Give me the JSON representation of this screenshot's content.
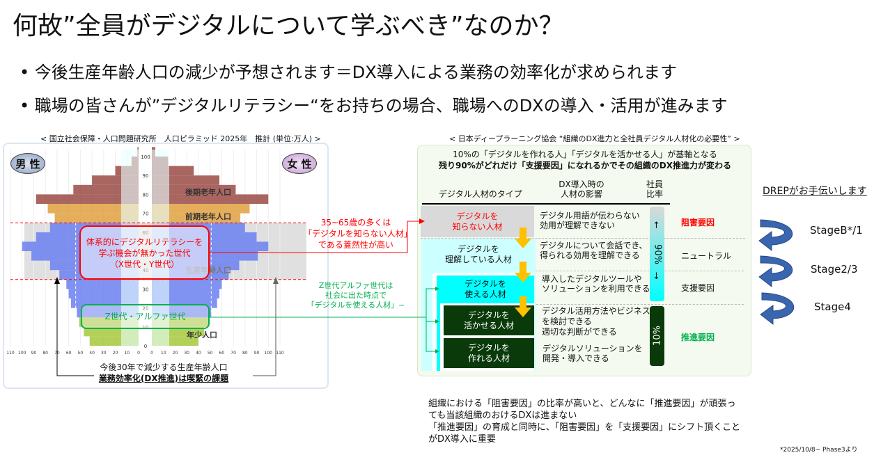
{
  "title": "何故”全員がデジタルについて学ぶべき”なのか？",
  "bullets": [
    "今後生産年齢人口の減少が予想されます＝DX導入による業務の効率化が求められます",
    "職場の皆さんが”デジタルリテラシー“をお持ちの場合、職場へのDXの導入・活用が進みます"
  ],
  "bullet_glyph": "•",
  "left": {
    "caption": "< 国立社会保障・人口問題研究所　人口ピラミッド 2025年　推計 (単位:万人) >",
    "male": "男 性",
    "female": "女 性",
    "age_ticks": [
      "0",
      "10",
      "20",
      "30",
      "40",
      "60",
      "70",
      "80",
      "90",
      "100"
    ],
    "x_ticks": [
      "110",
      "100",
      "90",
      "80",
      "70",
      "60",
      "50",
      "40",
      "30",
      "20",
      "10",
      "0"
    ],
    "groups": [
      "後期老年人口",
      "前期老年人口",
      "生産年齢人口",
      "年少人口"
    ],
    "xy_box": [
      "体系的にデジタルリテラシーを",
      "学ぶ機会が無かった世代",
      "（X世代・Y世代）"
    ],
    "z_box": "Z世代・アルファ世代",
    "note_red": [
      "35~65歳の多くは",
      "「デジタルを知らない人材」",
      "である蓋然性が高い"
    ],
    "note_green": [
      "Z世代アルファ世代は",
      "社会に出た時点で",
      "「デジタルを使える人材」~"
    ],
    "bottom": [
      "今後30年で減少する生産年齢人口",
      "業務効率化(DX推進)は喫緊の課題"
    ],
    "pyramid": {
      "unit": "万人",
      "age_bucket_start": [
        0,
        5,
        10,
        15,
        20,
        25,
        30,
        35,
        40,
        45,
        50,
        55,
        60,
        65,
        70,
        75,
        80,
        85,
        90,
        95,
        100
      ],
      "male": [
        42,
        47,
        51,
        53,
        58,
        60,
        62,
        68,
        76,
        92,
        100,
        88,
        76,
        72,
        78,
        88,
        56,
        40,
        20,
        6,
        1
      ],
      "female": [
        40,
        45,
        49,
        51,
        56,
        58,
        60,
        66,
        75,
        91,
        100,
        90,
        80,
        76,
        84,
        100,
        72,
        58,
        36,
        14,
        3
      ]
    }
  },
  "right": {
    "caption": "< 日本ディープラーニング協会 “組織のDX進力と全社員デジタル人材化の必要性” >",
    "head1": "10%の「デジタルを作れる人」「デジタルを活かせる人」が基軸となる",
    "head2": "残り90%がどれだけ「支援要因」になれるかでその組織のDX推進力が変わる",
    "col1": "デジタル人材のタイプ",
    "col2": [
      "DX導入時の",
      "人材の影響"
    ],
    "col3": [
      "社員",
      "比率"
    ],
    "rows": [
      {
        "type": [
          "デジタルを",
          "知らない人材"
        ],
        "impact": [
          "デジタル用語が伝わらない",
          "効用が理解できない"
        ],
        "label": "阻害要因"
      },
      {
        "type": [
          "デジタルを",
          "理解している人材"
        ],
        "impact": [
          "デジタルについて会話でき、",
          "得られる効用を理解できる"
        ],
        "label": "ニュートラル"
      },
      {
        "type": [
          "デジタルを",
          "使える人材"
        ],
        "impact": [
          "導入したデジタルツールや",
          "ソリューションを利用できる"
        ],
        "label": "支援要因"
      },
      {
        "type": [
          "デジタルを",
          "活かせる人材"
        ],
        "impact": [
          "デジタル活用方法やビジネス",
          "を検討できる",
          "適切な判断ができる"
        ],
        "label": "推進要因"
      },
      {
        "type": [
          "デジタルを",
          "作れる人材"
        ],
        "impact": [
          "デジタルソリューションを",
          "開発・導入できる"
        ]
      }
    ],
    "ratio90": "90%",
    "ratio10": "10%",
    "up": "↑",
    "down": "↓"
  },
  "drep": {
    "title": "DREPがお手伝いします",
    "stages": [
      "StageB*/1",
      "Stage2/3",
      "Stage4"
    ]
  },
  "conclusion": [
    "組織における「阻害要因」の比率が高いと、どんなに「推進要因」が頑張っ",
    "ても当該組織のおけるDXは進まない",
    "「推進要因」の育成と同時に、「阻害要因」を「支援要因」にシフト頂くこと",
    "がDX導入に重要"
  ],
  "footnote": "*2025/10/8~ Phase3より",
  "colors": {
    "red": "#ff0000",
    "green": "#00b050",
    "darkgreen": "#0a3a0a",
    "cyan": "#00ffff",
    "lightcyan": "#ccffff",
    "gold": "#ffc000",
    "drep": "#3a66b0"
  }
}
